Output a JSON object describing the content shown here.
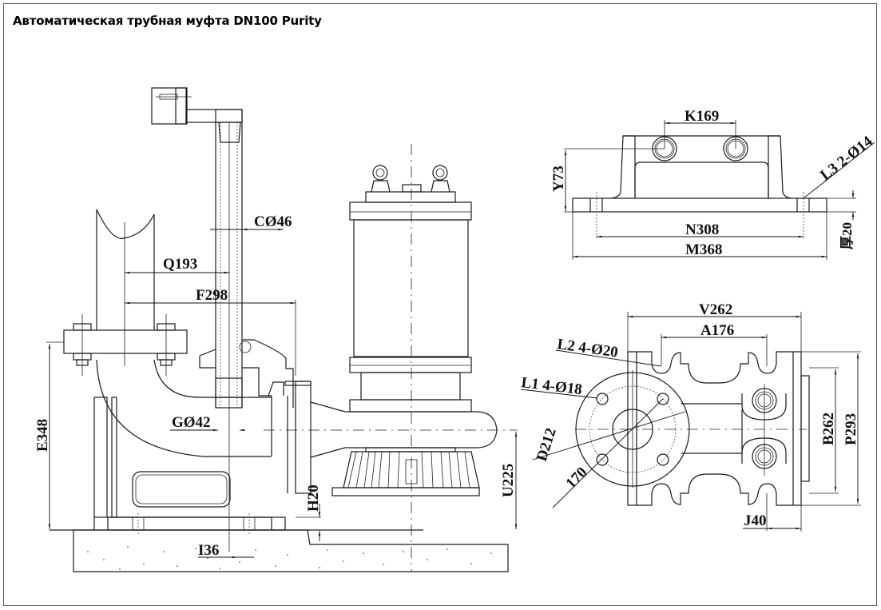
{
  "title": "Автоматическая трубная муфта DN100  Purity",
  "side_view": {
    "dimensions": {
      "c": "CØ46",
      "q": "Q193",
      "f": "F298",
      "g": "GØ42",
      "e": "E348",
      "h": "H20",
      "i": "I36",
      "u": "U225"
    }
  },
  "bracket_view": {
    "dimensions": {
      "k": "K169",
      "y": "Y73",
      "l3": "L3 2-Ø14",
      "n": "N308",
      "m": "M368",
      "thickness": "厚20"
    }
  },
  "plan_view": {
    "dimensions": {
      "v": "V262",
      "a": "A176",
      "l2": "L2 4-Ø20",
      "l1": "L1 4-Ø18",
      "d": "D212",
      "i170": "170",
      "b": "B262",
      "p": "P293",
      "j": "J40"
    }
  }
}
